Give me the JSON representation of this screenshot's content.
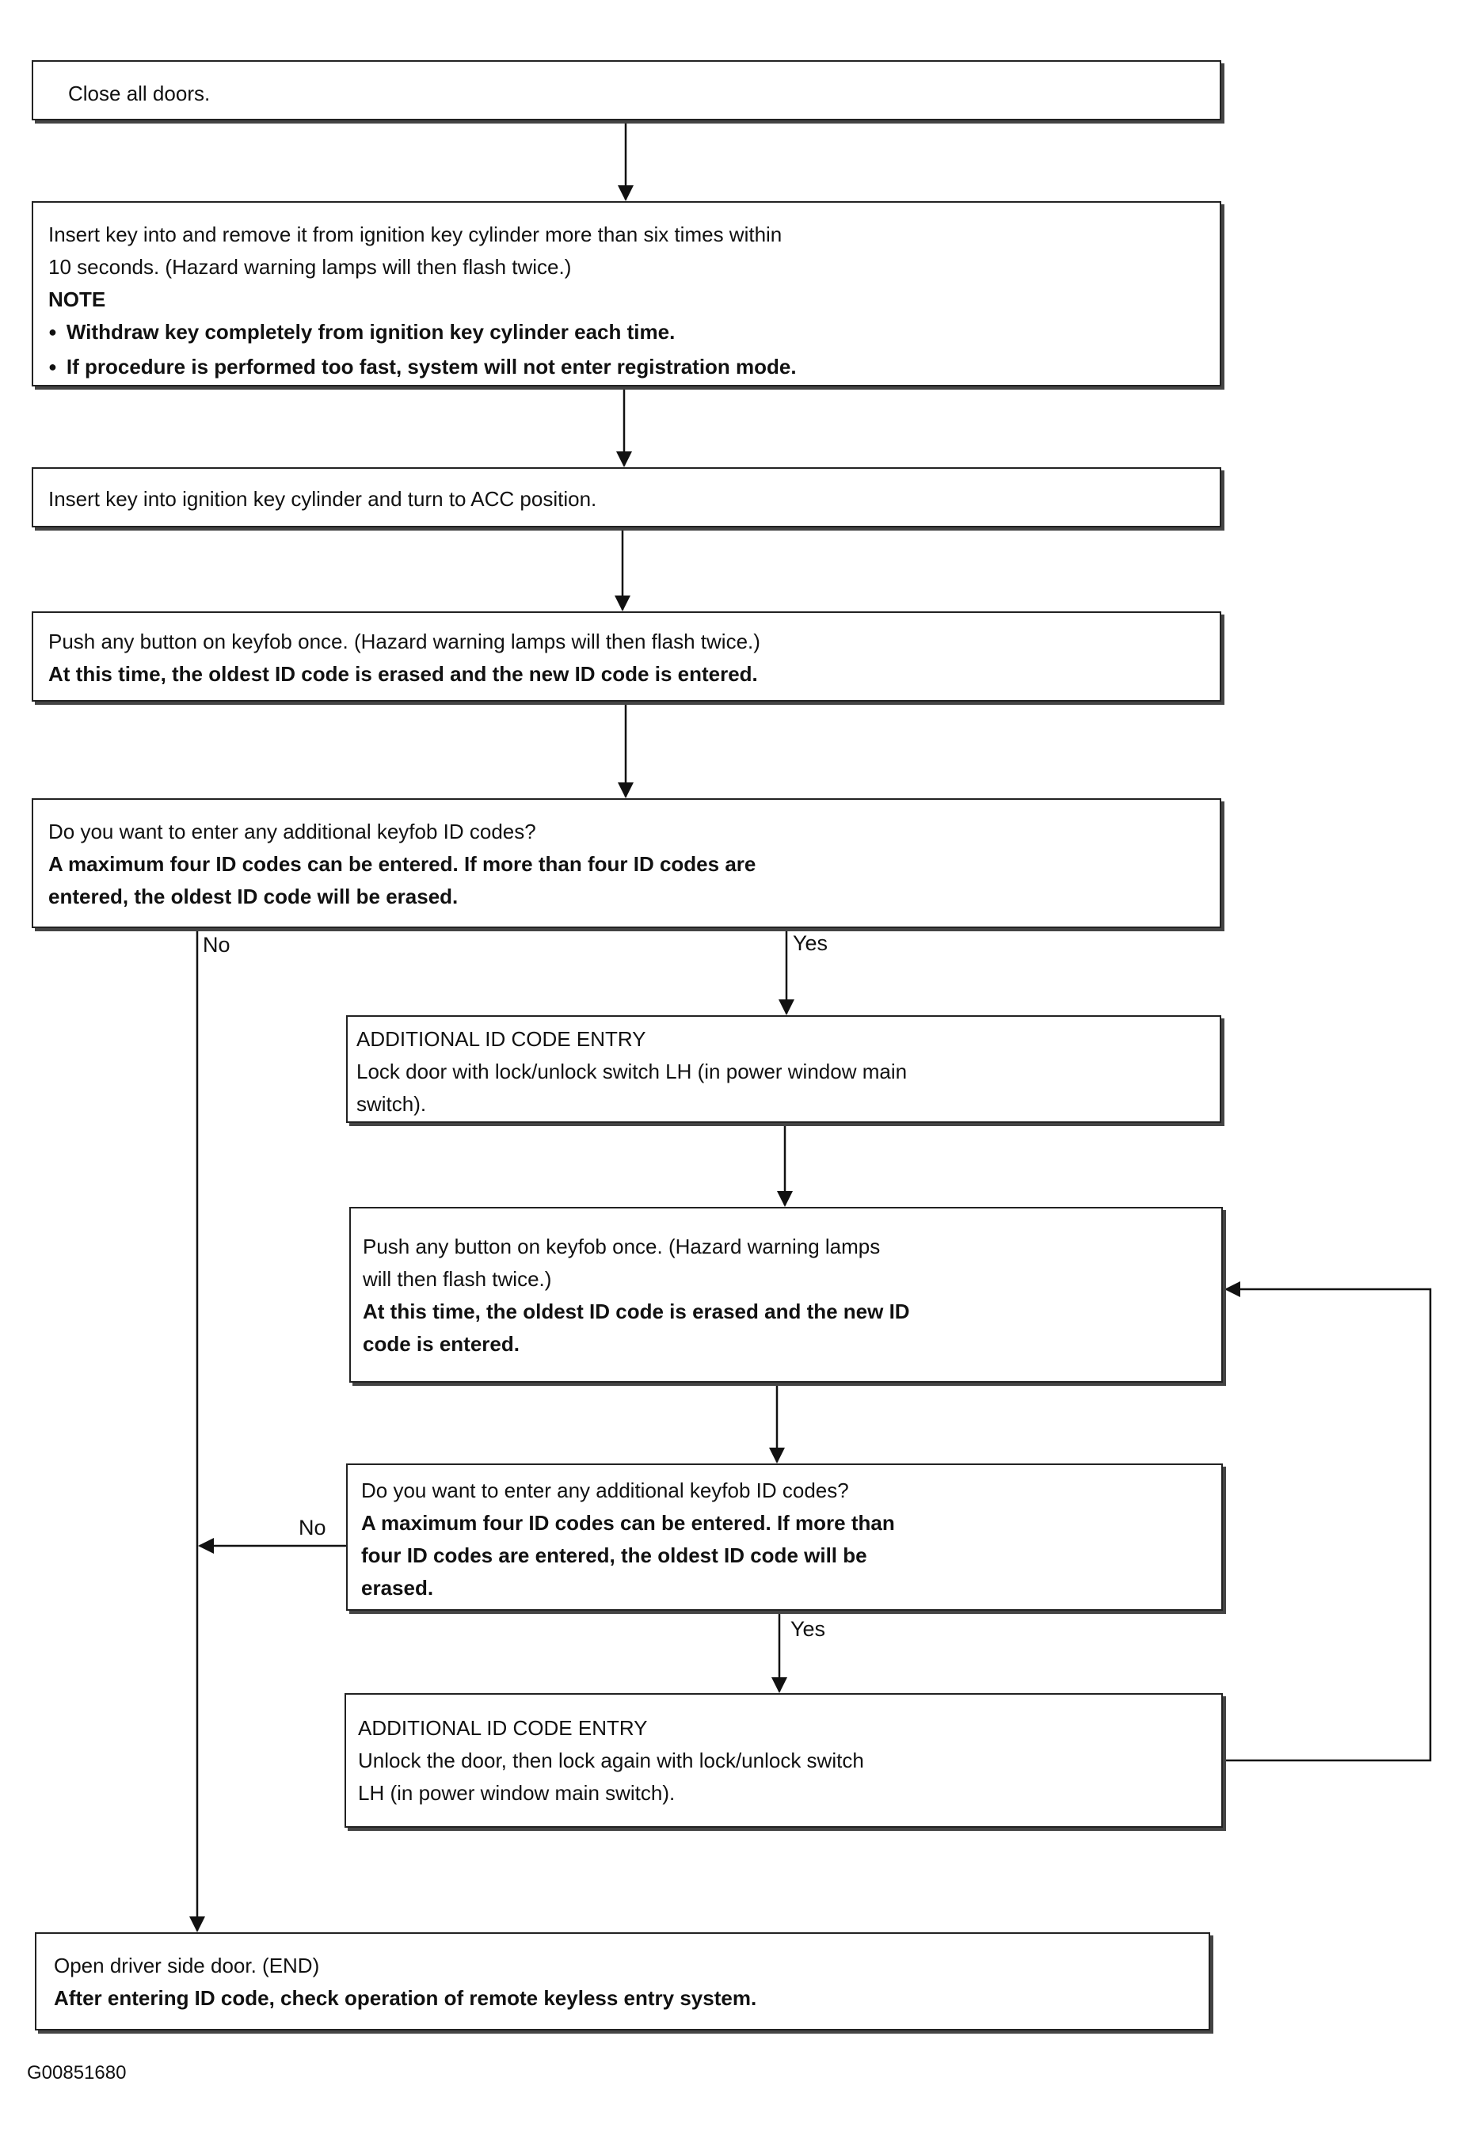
{
  "steps": {
    "s1": {
      "lines": [
        "Close all doors."
      ]
    },
    "s2": {
      "lines": [
        "Insert key into and remove it from ignition key cylinder more than six times within",
        "10 seconds. (Hazard warning lamps will then flash twice.)"
      ],
      "note_label": "NOTE",
      "bullets": [
        "Withdraw key completely from ignition key cylinder each time.",
        "If procedure is performed too fast, system will not enter registration mode."
      ]
    },
    "s3": {
      "lines": [
        "Insert key into ignition key cylinder and turn to ACC position."
      ]
    },
    "s4": {
      "lines": [
        "Push any button on keyfob once. (Hazard warning lamps will then flash twice.)"
      ],
      "bold": [
        "At this time, the oldest ID code is erased and the new ID code is entered."
      ]
    },
    "s5": {
      "lines": [
        "Do you want to enter any additional keyfob ID codes?"
      ],
      "bold": [
        "A maximum four ID codes can be entered. If more than four ID codes are",
        "entered, the oldest ID code will be erased."
      ]
    },
    "s6": {
      "lines": [
        "ADDITIONAL ID CODE ENTRY",
        "Lock door with lock/unlock switch LH (in power window main",
        " switch)."
      ]
    },
    "s7": {
      "lines": [
        "Push any button on keyfob once. (Hazard warning lamps",
        "will then flash twice.)"
      ],
      "bold": [
        "At this time, the oldest ID code is erased and the new ID",
        "code is entered."
      ]
    },
    "s8": {
      "lines": [
        "Do you want to enter any additional keyfob ID codes?"
      ],
      "bold": [
        "A maximum four ID codes can be entered. If more than",
        "four ID codes are entered, the oldest ID code will be",
        "erased."
      ]
    },
    "s9": {
      "lines": [
        "ADDITIONAL ID CODE ENTRY",
        "Unlock the door, then lock again with lock/unlock switch",
        "LH (in power window main switch)."
      ]
    },
    "s10": {
      "lines": [
        "Open driver side door. (END)"
      ],
      "bold": [
        "After entering ID code, check operation of remote keyless entry system."
      ]
    }
  },
  "labels": {
    "no": "No",
    "yes": "Yes"
  },
  "figure_id": "G00851680"
}
